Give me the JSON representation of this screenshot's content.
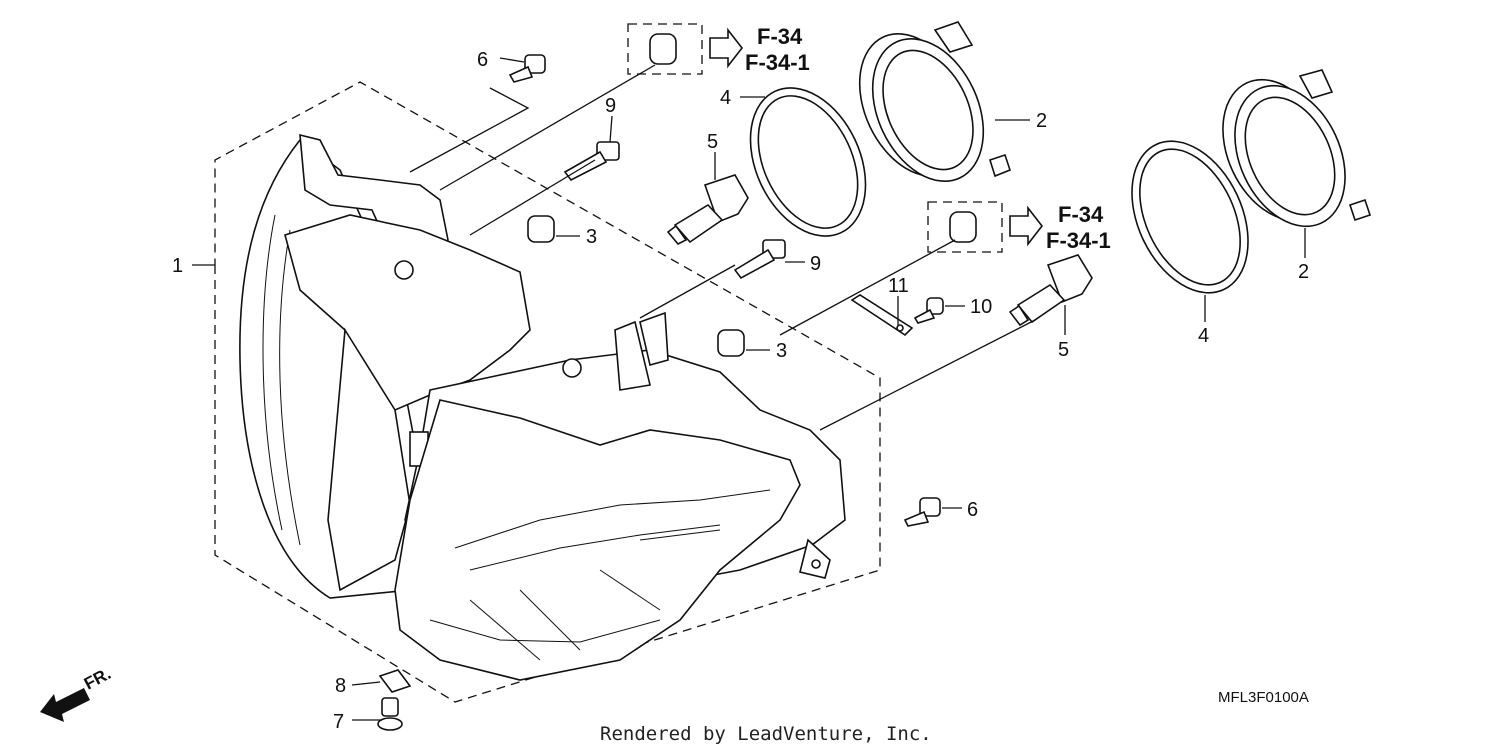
{
  "callouts": [
    {
      "id": "c1",
      "label": "1"
    },
    {
      "id": "c2a",
      "label": "2"
    },
    {
      "id": "c2b",
      "label": "2"
    },
    {
      "id": "c3a",
      "label": "3"
    },
    {
      "id": "c3b",
      "label": "3"
    },
    {
      "id": "c4a",
      "label": "4"
    },
    {
      "id": "c4b",
      "label": "4"
    },
    {
      "id": "c5a",
      "label": "5"
    },
    {
      "id": "c5b",
      "label": "5"
    },
    {
      "id": "c6a",
      "label": "6"
    },
    {
      "id": "c6b",
      "label": "6"
    },
    {
      "id": "c7",
      "label": "7"
    },
    {
      "id": "c8",
      "label": "8"
    },
    {
      "id": "c9a",
      "label": "9"
    },
    {
      "id": "c9b",
      "label": "9"
    },
    {
      "id": "c10",
      "label": "10"
    },
    {
      "id": "c11",
      "label": "11"
    }
  ],
  "references": {
    "upper": [
      "F-34",
      "F-34-1"
    ],
    "lower": [
      "F-34",
      "F-34-1"
    ]
  },
  "front_indicator": "FR.",
  "diagram_code": "MFL3F0100A",
  "credit": "Rendered by LeadVenture, Inc.",
  "icons": [
    "arrow-right-outline-icon",
    "front-direction-arrow-icon"
  ]
}
